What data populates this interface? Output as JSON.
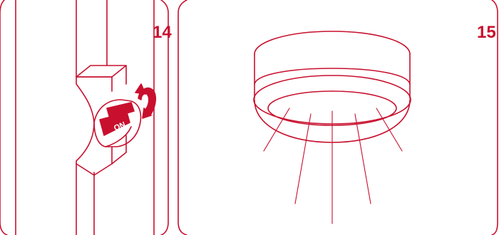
{
  "panels": [
    {
      "step": "14",
      "switch_label": "ON"
    },
    {
      "step": "15"
    }
  ],
  "colors": {
    "stroke": "#c8102e",
    "background": "#ffffff",
    "label_text": "#ffffff"
  },
  "icons": [
    "breaker-switch-icon",
    "rotate-arrow-icon",
    "light-fixture-icon",
    "light-ray-icon"
  ]
}
